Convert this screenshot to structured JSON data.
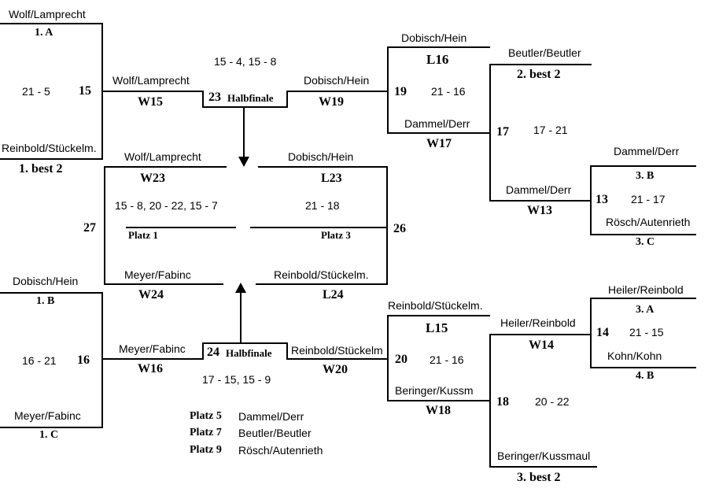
{
  "entries": {
    "wolf_lamprecht": "Wolf/Lamprecht",
    "reinbold_stueckelm": "Reinbold/Stückelm.",
    "reinbold_stueckelm_long": "Reinbold/Stückelm",
    "dobisch_hein": "Dobisch/Hein",
    "meyer_fabinc": "Meyer/Fabinc",
    "beutler_beutler": "Beutler/Beutler",
    "dammel_derr": "Dammel/Derr",
    "roesch_autenrieth": "Rösch/Autenrieth",
    "heiler_reinbold": "Heiler/Reinbold",
    "kohn_kohn": "Kohn/Kohn",
    "beringer_kussm": "Beringer/Kussm",
    "beringer_kussmaul": "Beringer/Kussmaul"
  },
  "seeds": {
    "s1a": "1. A",
    "s1best2": "1. best 2",
    "s1b": "1. B",
    "s1c": "1. C",
    "s2best2": "2. best 2",
    "s3b": "3. B",
    "s3c": "3. C",
    "s3a": "3. A",
    "s4b": "4. B",
    "s3best2": "3. best 2"
  },
  "matches": {
    "m15": "15",
    "m16": "16",
    "m17": "17",
    "m13": "13",
    "m19": "19",
    "m20": "20",
    "m14": "14",
    "m18": "18",
    "m27": "27",
    "m26": "26",
    "m23": "23",
    "m24": "24"
  },
  "labels": {
    "halbfinale": "Halbfinale",
    "platz1": "Platz 1",
    "platz3": "Platz 3"
  },
  "slots": {
    "w15": "W15",
    "w16": "W16",
    "w19": "W19",
    "w20": "W20",
    "w17": "W17",
    "w13": "W13",
    "w14": "W14",
    "w18": "W18",
    "w23": "W23",
    "w24": "W24",
    "l23": "L23",
    "l24": "L24",
    "l16": "L16",
    "l15": "L15"
  },
  "scores": {
    "m15": "21 - 5",
    "m16": "16 - 21",
    "m19": "21 - 16",
    "m17": "17 - 21",
    "m13": "21 - 17",
    "m20": "21 - 16",
    "m18": "20 - 22",
    "m14": "21 - 15",
    "hf23": "15 - 4, 15 - 8",
    "hf24": "17 - 15, 15 - 9",
    "final27": "15 - 8, 20 - 22, 15 - 7",
    "third26": "21 - 18"
  },
  "placements": [
    {
      "label": "Platz 5",
      "team": "Dammel/Derr"
    },
    {
      "label": "Platz 7",
      "team": "Beutler/Beutler"
    },
    {
      "label": "Platz 9",
      "team": "Rösch/Autenrieth"
    }
  ]
}
